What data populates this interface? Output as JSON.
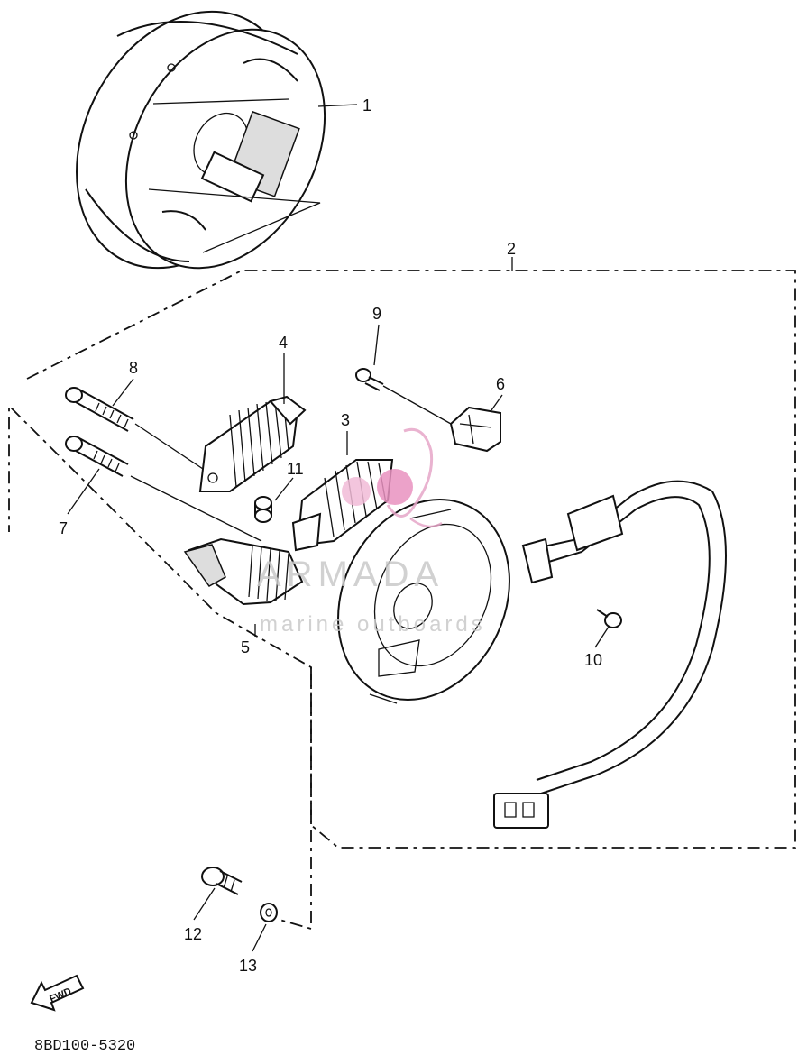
{
  "diagram": {
    "callouts": [
      {
        "id": "1",
        "label": "1"
      },
      {
        "id": "2",
        "label": "2"
      },
      {
        "id": "3",
        "label": "3"
      },
      {
        "id": "4",
        "label": "4"
      },
      {
        "id": "5",
        "label": "5"
      },
      {
        "id": "6",
        "label": "6"
      },
      {
        "id": "7",
        "label": "7"
      },
      {
        "id": "8",
        "label": "8"
      },
      {
        "id": "9",
        "label": "9"
      },
      {
        "id": "10",
        "label": "10"
      },
      {
        "id": "11",
        "label": "11"
      },
      {
        "id": "12",
        "label": "12"
      },
      {
        "id": "13",
        "label": "13"
      }
    ],
    "direction_arrow_label": "FWD",
    "drawing_code": "8BD100-5320"
  },
  "watermark": {
    "title": "ARMADA",
    "subtitle": "marine outboards"
  }
}
